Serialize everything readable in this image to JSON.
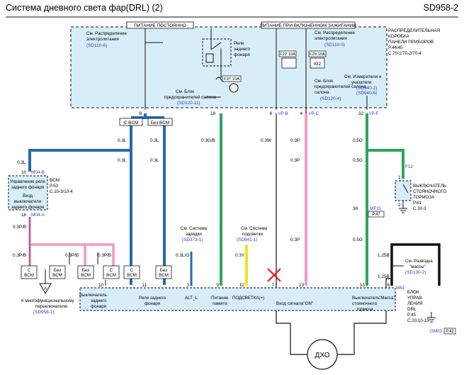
{
  "header": {
    "title": "Система дневного света фар(DRL) (2)",
    "code": "SD958-2"
  },
  "power": {
    "constant": "ПИТАНИЕ ПОСТОЯННО",
    "ignition": "ПИТАНИЕ ПРИ ВКЛЮЧЕННОМ ЗАЖИГАНИИ"
  },
  "panel_box": {
    "l1": "РАСПРЕДЕЛИТЕЛЬНАЯ",
    "l2": "КОРОБКА",
    "l3": "ПАНЕЛИ ПРИБОРОВ",
    "ref1": "P.44/45",
    "ref2": "C.70-1/70-2/70-4"
  },
  "refs": {
    "power_dist": "См. Распределение",
    "power_dist2": "электропитания",
    "sd110_6": "(SD110-6)",
    "sd110_5": "(SD110-5)",
    "fuse_block": "См. Блок",
    "fuse_block2": "предохранителей салона",
    "sd120_11": "(SD120-11)",
    "sd120_4": "(SD120-4)",
    "meters": "См. Измерители и",
    "meters2": "указатели",
    "sd940_2": "(SD940-2)",
    "sd940_6": "(SD940-6)",
    "charge": "См. Система",
    "charge2": "зарядки",
    "sd373_1": "(SD373-1)",
    "lighting": "См. Система",
    "lighting2": "подсветки",
    "sd941_1": "(SD941-1)",
    "ground": "См. Разводка",
    "ground2": "\"массы\"",
    "sd130_2": "(SD130-2)",
    "switch": "К многофункциональному",
    "switch2": "переключателю",
    "sd958_1": "(SD958-1)"
  },
  "relay": {
    "l1": "Реле",
    "l2": "заднего",
    "l3": "фонаря"
  },
  "fuses": {
    "f37": "F37 10A",
    "f22": "F22 10A",
    "f29": "F29 10A",
    "ig2": "IG2"
  },
  "pins_top": {
    "p8": "8",
    "p18": "18",
    "p6": "6",
    "p4": "4",
    "p32": "32",
    "ipb": "I/P-B",
    "ipc": "I/P-C",
    "ipf": "I/P-F"
  },
  "options": {
    "with_bcm": "С BCM",
    "without_bcm": "Без BCM",
    "c": "С",
    "bez": "Без",
    "bcm": "BCM"
  },
  "wires": {
    "w03l": "0.3L",
    "w03gb": "0.3G/B",
    "w03w": "0.3W",
    "w03p": "0.3P",
    "w05g": "0.5G",
    "w03pb": "0.3P/B",
    "w03lo": "0.3L/O",
    "w03y": "0.3Y",
    "w125b": "1.25B"
  },
  "bcm_box": {
    "pin10": "10",
    "m04b": "M04-B",
    "name": "BCM",
    "p50": "P.50",
    "c10": "C.10-3/10-4",
    "relay_ctl": "Управление реле",
    "relay_ctl2": "заднего фонаря",
    "input": "Вход",
    "input2": "выключателя",
    "input3": "заднего фонаря",
    "pin18": "18",
    "m04a": "M04-A"
  },
  "brake_switch": {
    "f12": "F12",
    "pin1": "1",
    "pin2": "2",
    "name1": "ВЫКЛЮЧАТЕЛЬ",
    "name2": "СТОЯНОЧНОГО",
    "name3": "ТОРМОЗА",
    "p61": "P.61",
    "c30": "C.30-3"
  },
  "connector": {
    "pin38": "38",
    "mf11": "MF11",
    "p47": "P.47"
  },
  "drl_unit": {
    "m61": "M61",
    "name1": "БЛОК",
    "name2": "УПРАВ-",
    "name3": "ЛЕНИЯ",
    "name4": "DRL",
    "p45": "P.45",
    "c20": "C.20.10-15",
    "gm03": "GM03",
    "p42": "P.42",
    "pins": [
      "10",
      "11",
      "3",
      "9",
      "12",
      "7",
      "13",
      "15",
      "6"
    ],
    "labels": {
      "tail1": "Выключатель",
      "tail2": "заднего",
      "tail3": "фонаря",
      "relay1": "Реле заднего",
      "relay2": "фонаря",
      "alt": "ALT_L",
      "mem1": "Питание",
      "mem2": "памяти",
      "light": "ПОДСВЕТКА(+)",
      "on": "Вход сигнала\"ON\"",
      "brake1": "Выключатель",
      "brake2": "стояночного",
      "brake3": "тормоза",
      "mass": "\"Масса\""
    }
  },
  "dho": "ДХО",
  "colors": {
    "blue": "#2469b3",
    "green": "#2ea55a",
    "pink": "#f19ac0",
    "yellow": "#f3e21f",
    "black": "#111111",
    "ref_blue": "#2e3dbf",
    "box_fill": "#d7eef9",
    "red": "#e32219"
  }
}
